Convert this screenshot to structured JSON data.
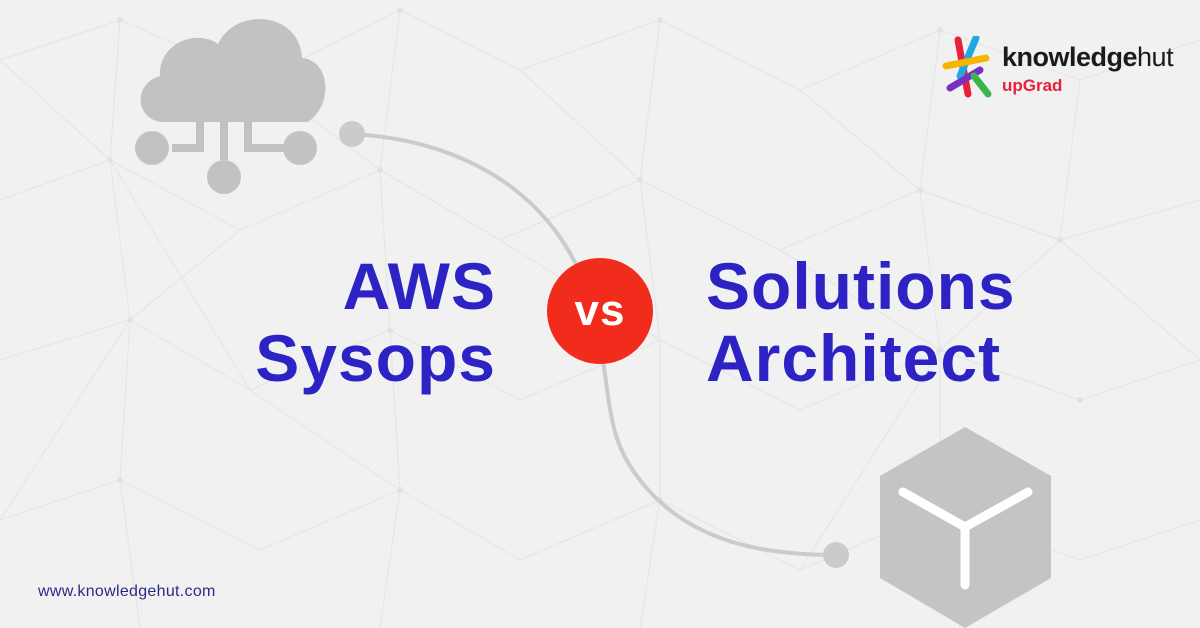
{
  "colors": {
    "background": "#f1f1f1",
    "title": "#2d22c4",
    "vs_badge": "#f22c1c",
    "icon_gray": "#c2c2c2",
    "brand_red": "#e8203a"
  },
  "icons": [
    "cloud-network-icon",
    "cube-icon",
    "knowledgehut-logo-icon"
  ],
  "logo": {
    "name_main": "knowledge",
    "name_accent": "hut",
    "sub": "upGrad"
  },
  "left_title": {
    "line1": "AWS",
    "line2": "Sysops"
  },
  "vs_label": "vs",
  "right_title": {
    "line1": "Solutions",
    "line2": "Architect"
  },
  "website": "www.knowledgehut.com"
}
